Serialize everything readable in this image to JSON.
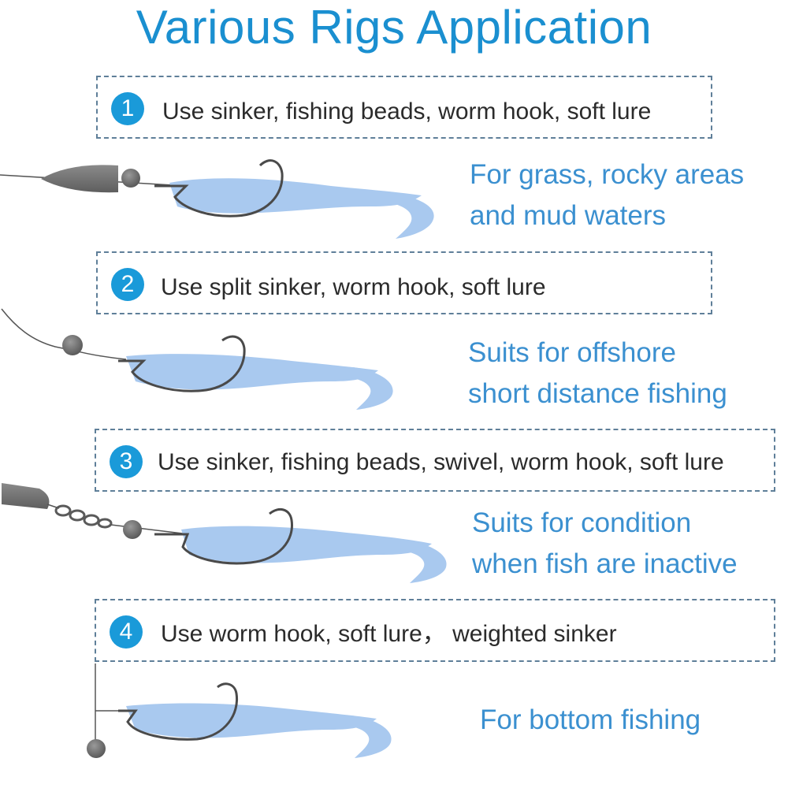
{
  "title": "Various Rigs Application",
  "rigs": [
    {
      "number": "1",
      "components": "Use sinker,  fishing beads, worm hook, soft lure",
      "usage": [
        "For grass, rocky areas",
        "and mud waters"
      ]
    },
    {
      "number": "2",
      "components": "Use split sinker, worm hook, soft lure",
      "usage": [
        "Suits for offshore",
        "short distance fishing"
      ]
    },
    {
      "number": "3",
      "components": "Use sinker,  fishing beads, swivel, worm hook, soft lure",
      "usage": [
        "Suits for condition",
        "when fish are inactive"
      ]
    },
    {
      "number": "4",
      "components": "Use worm hook, soft lure， weighted sinker",
      "usage": [
        "For bottom fishing"
      ]
    }
  ],
  "colors": {
    "title": "#1a8fd0",
    "badge": "#1a9ad9",
    "usage_text": "#3b90d0",
    "lure": "#a9c9ef",
    "sinker": "#6f6f6f",
    "line": "#444444"
  }
}
